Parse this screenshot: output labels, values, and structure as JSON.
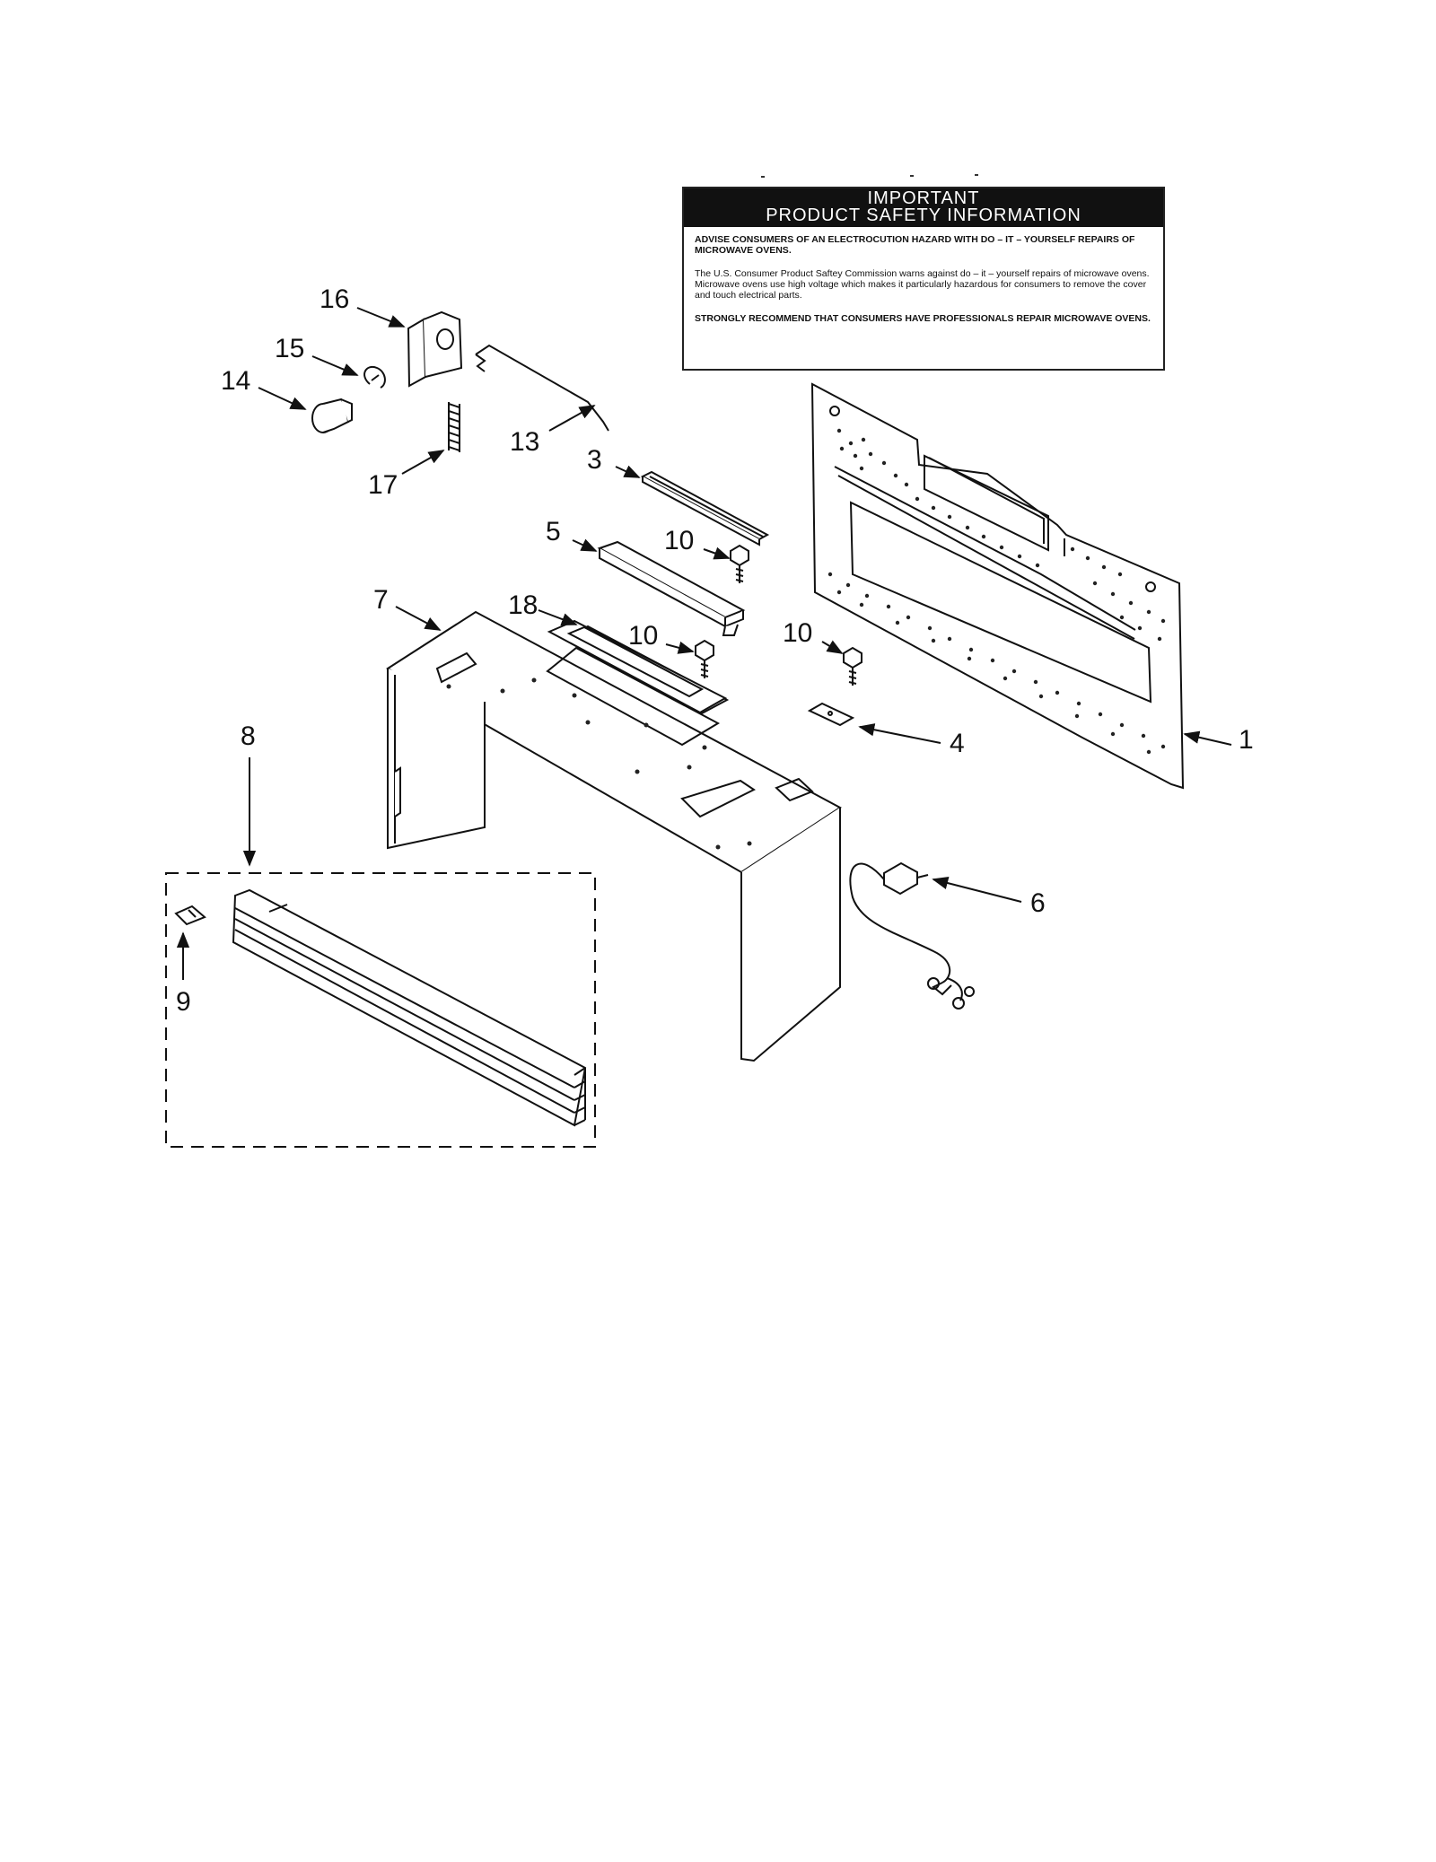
{
  "safety_notice": {
    "header_line1": "IMPORTANT",
    "header_line2": "PRODUCT SAFETY INFORMATION",
    "paragraph1": "ADVISE CONSUMERS OF AN ELECTROCUTION HAZARD WITH DO – IT – YOURSELF REPAIRS OF MICROWAVE OVENS.",
    "paragraph2": "The U.S. Consumer Product Saftey Commission warns against do – it – yourself repairs of microwave ovens. Microwave ovens use high voltage which makes it particularly hazardous for consumers to remove the cover and touch electrical parts.",
    "paragraph3": "STRONGLY RECOMMEND THAT CONSUMERS HAVE PROFESSIONALS REPAIR MICROWAVE OVENS."
  },
  "part_labels": {
    "p1": "1",
    "p3": "3",
    "p4": "4",
    "p5": "5",
    "p6": "6",
    "p7": "7",
    "p8": "8",
    "p9": "9",
    "p10a": "10",
    "p10b": "10",
    "p10c": "10",
    "p13": "13",
    "p14": "14",
    "p15": "15",
    "p16": "16",
    "p17": "17",
    "p18": "18"
  }
}
